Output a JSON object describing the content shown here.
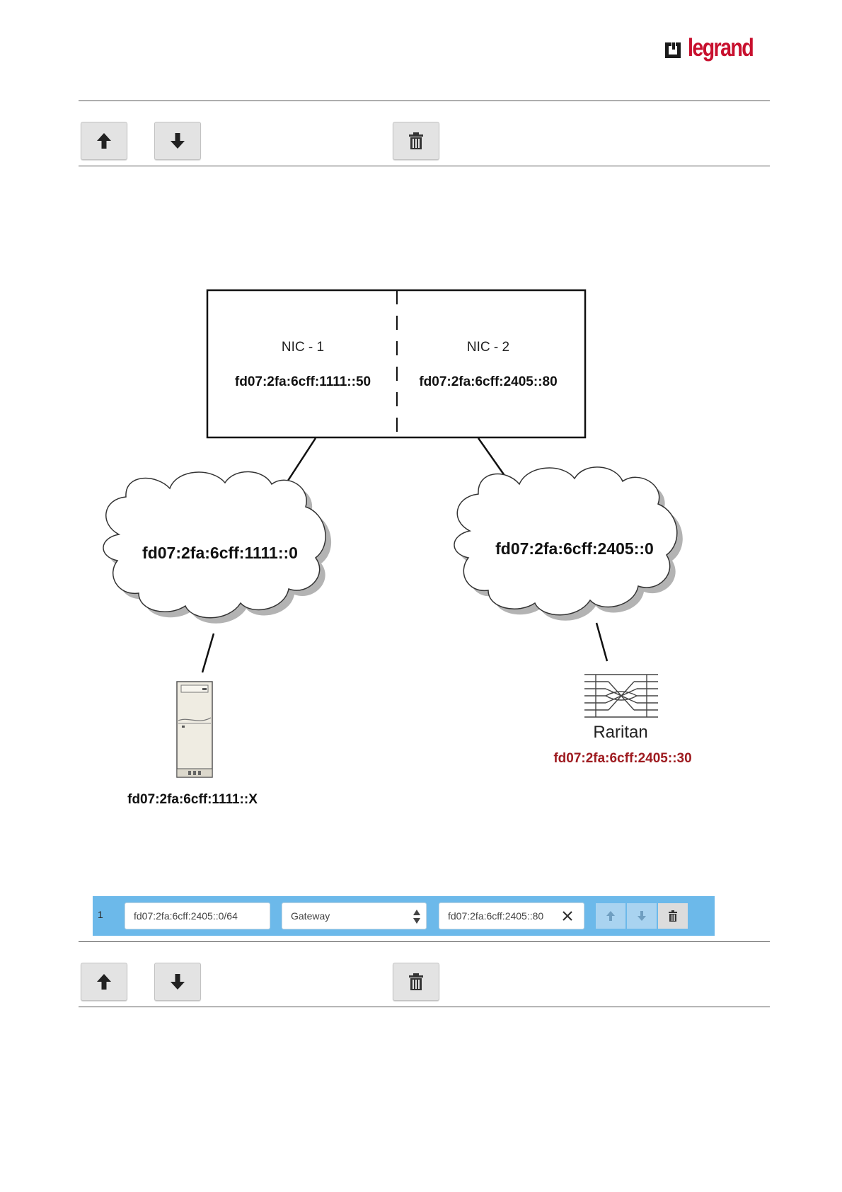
{
  "header": {
    "logo_text": "legrand"
  },
  "diagram": {
    "nic1_label": "NIC - 1",
    "nic1_address": "fd07:2fa:6cff:1111::50",
    "nic2_label": "NIC - 2",
    "nic2_address": "fd07:2fa:6cff:2405::80",
    "cloud1_address": "fd07:2fa:6cff:1111::0",
    "cloud2_address": "fd07:2fa:6cff:2405::0",
    "server_address": "fd07:2fa:6cff:1111::X",
    "raritan_label": "Raritan",
    "raritan_address": "fd07:2fa:6cff:2405::30"
  },
  "route_row": {
    "index": "1",
    "destination": "fd07:2fa:6cff:2405::0/64",
    "type": "Gateway",
    "next_hop": "fd07:2fa:6cff:2405::80"
  },
  "icons": {
    "up": "arrow-up-icon",
    "down": "arrow-down-icon",
    "delete": "trash-icon",
    "clear": "close-icon"
  },
  "colors": {
    "brand_red": "#c8102e",
    "address_red": "#9e1b20",
    "route_bar": "#6cb9ea"
  }
}
